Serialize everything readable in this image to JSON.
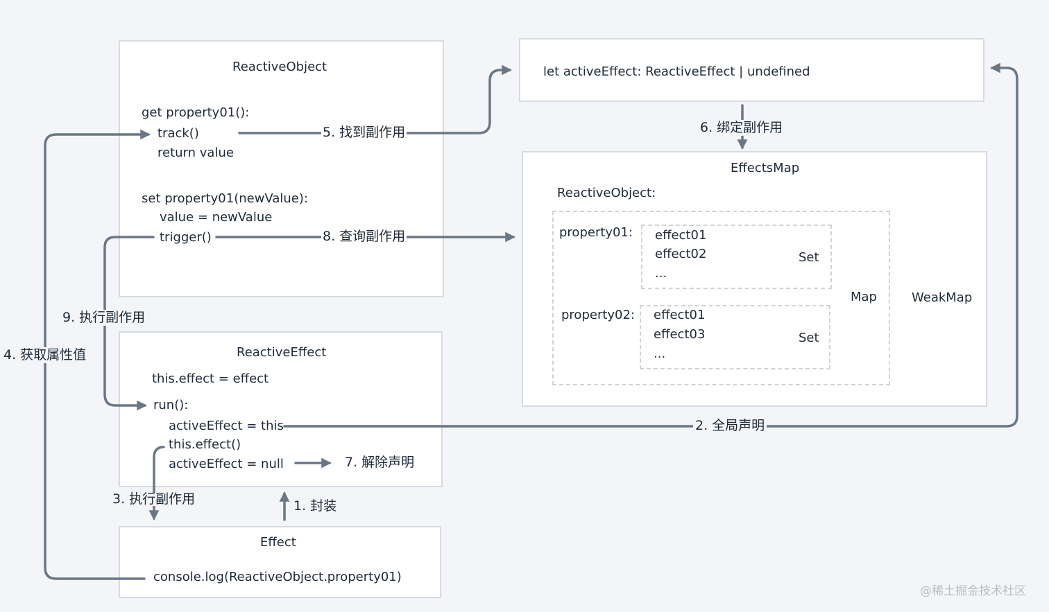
{
  "reactive_object_box": {
    "title": "ReactiveObject",
    "getter": "get property01():",
    "track": "track()",
    "return": "return value",
    "setter": "set property01(newValue):",
    "assign": "value = newValue",
    "trigger": "trigger()"
  },
  "active_effect_box": {
    "code": "let activeEffect: ReactiveEffect | undefined"
  },
  "effects_map_box": {
    "title": "EffectsMap",
    "object_label": "ReactiveObject:",
    "property01": {
      "key": "property01:",
      "effects": [
        "effect01",
        "effect02",
        "..."
      ],
      "set_label": "Set"
    },
    "property02": {
      "key": "property02:",
      "effects": [
        "effect01",
        "effect03",
        "..."
      ],
      "set_label": "Set"
    },
    "map_label": "Map",
    "weakmap_label": "WeakMap"
  },
  "reactive_effect_box": {
    "title": "ReactiveEffect",
    "this_effect": "this.effect = effect",
    "run": "run():",
    "active_this": "activeEffect = this",
    "call": "this.effect()",
    "active_null": "activeEffect = null"
  },
  "effect_box": {
    "title": "Effect",
    "code": "console.log(ReactiveObject.property01)"
  },
  "steps": {
    "s1": "1. 封装",
    "s2": "2. 全局声明",
    "s3": "3. 执行副作用",
    "s4": "4. 获取属性值",
    "s5": "5. 找到副作用",
    "s6": "6. 绑定副作用",
    "s7": "7.  解除声明",
    "s8": "8. 查询副作用",
    "s9": "9. 执行副作用"
  },
  "watermark": "@稀土掘金技术社区",
  "colors": {
    "connector": "#6b7785",
    "box_border": "#d7dbe0",
    "dashed_border": "#cfd3d8",
    "background": "#f3f5f8"
  }
}
